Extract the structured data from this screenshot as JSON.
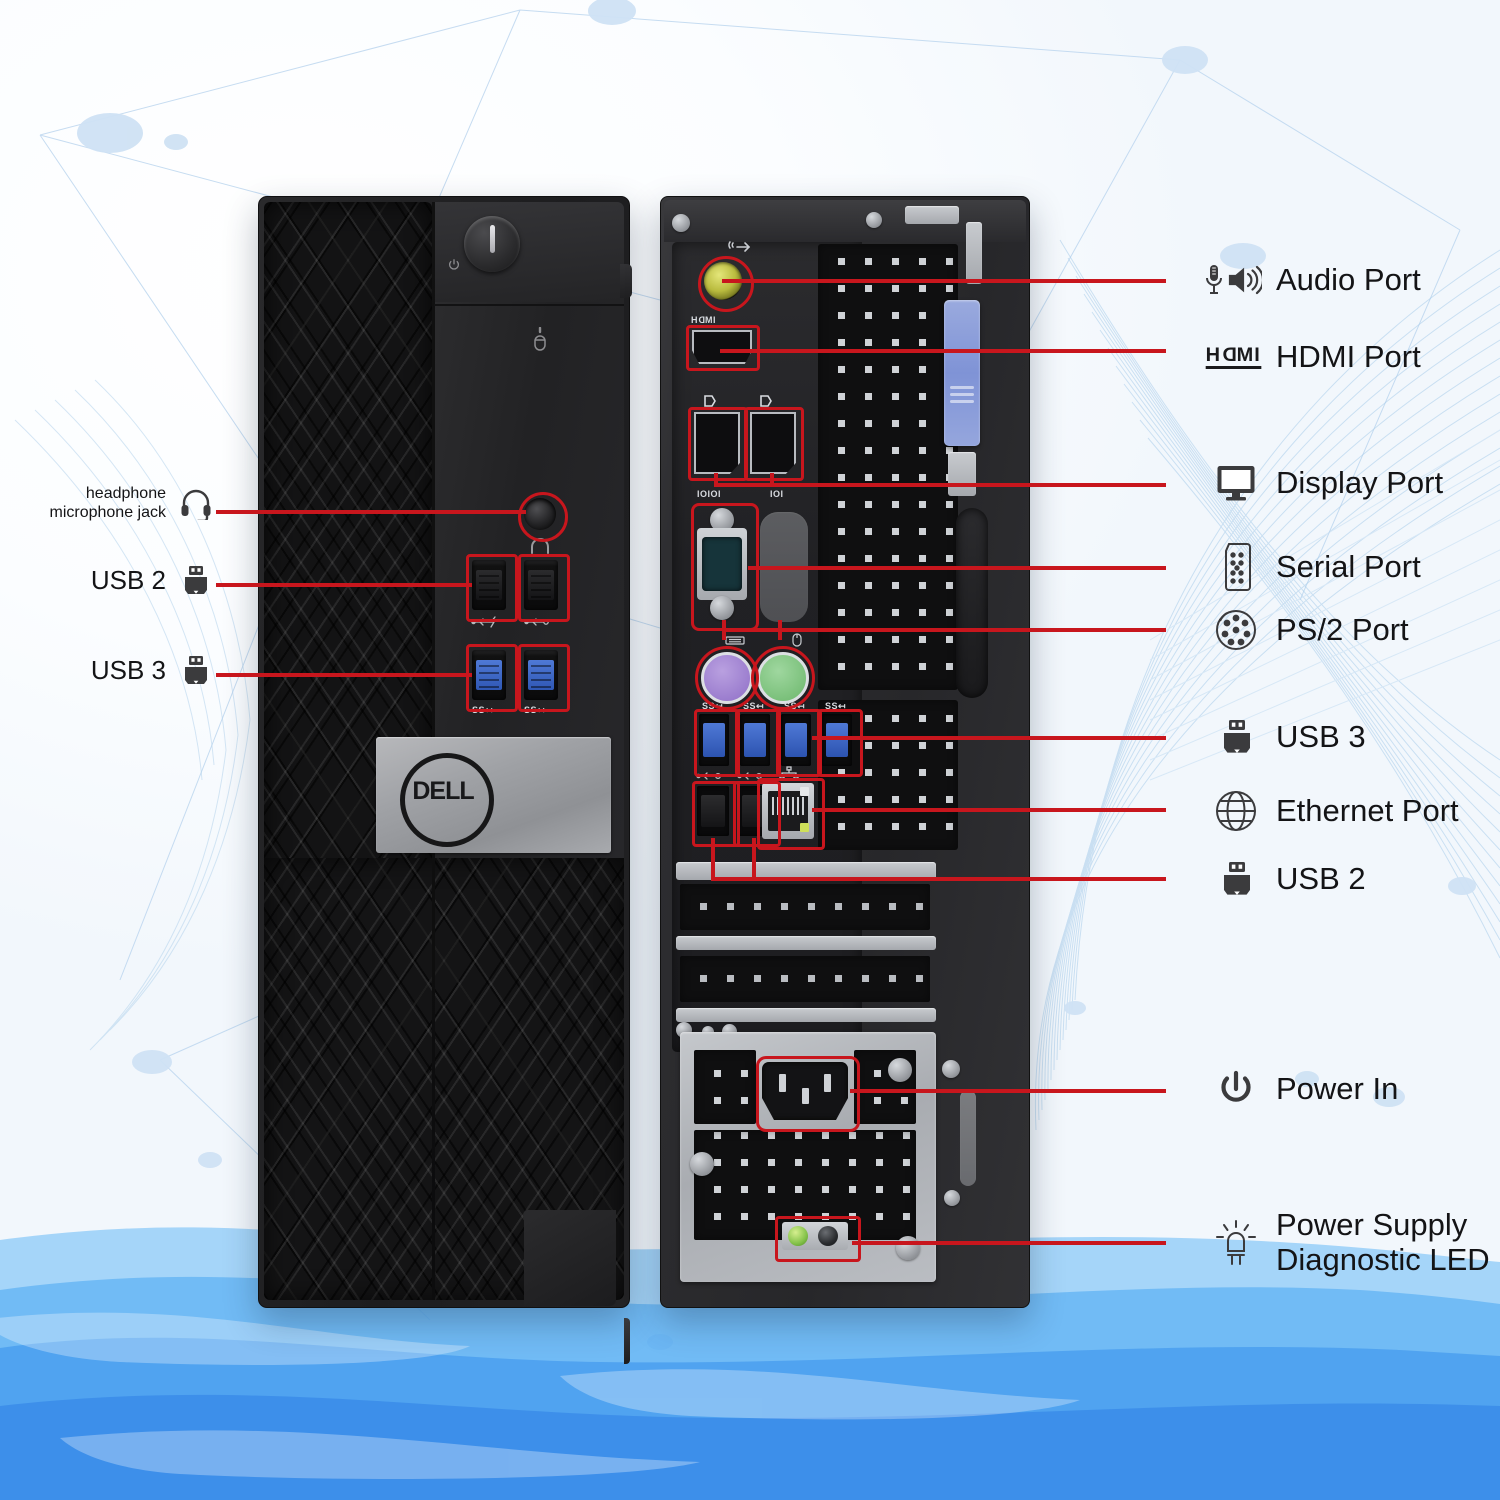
{
  "diagram": {
    "title": "Dell OptiPlex SFF desktop port callout diagram",
    "brand": "DELL",
    "accent_line_color": "#c8161d",
    "background_color": "#f4f9fd",
    "wave_color": "#3b93f0"
  },
  "front_labels": [
    {
      "id": "headphone-microphone-jack",
      "text": "headphone\nmicrophone jack",
      "icon": "headset-icon",
      "size": "small"
    },
    {
      "id": "usb2",
      "text": "USB 2",
      "icon": "usb-icon",
      "size": "big"
    },
    {
      "id": "usb3",
      "text": "USB 3",
      "icon": "usb-icon",
      "size": "big"
    }
  ],
  "rear_labels": [
    {
      "id": "audio-port",
      "text": "Audio Port",
      "icon": "mic-speaker-icon"
    },
    {
      "id": "hdmi-port",
      "text": "HDMI Port",
      "icon": "hdmi-logo-icon"
    },
    {
      "id": "display-port",
      "text": "Display Port",
      "icon": "monitor-icon"
    },
    {
      "id": "serial-port",
      "text": "Serial Port",
      "icon": "db9-icon"
    },
    {
      "id": "ps2-port",
      "text": "PS/2 Port",
      "icon": "ps2-din-icon"
    },
    {
      "id": "usb3",
      "text": "USB 3",
      "icon": "usb-icon"
    },
    {
      "id": "ethernet-port",
      "text": "Ethernet Port",
      "icon": "globe-icon"
    },
    {
      "id": "usb2",
      "text": "USB 2",
      "icon": "usb-icon"
    },
    {
      "id": "power-in",
      "text": "Power In",
      "icon": "power-icon"
    },
    {
      "id": "psu-diagnostic-led",
      "text": "Power Supply\nDiagnostic LED",
      "icon": "led-icon"
    }
  ],
  "port_markings": {
    "hdmi": "HDMI",
    "serial": "IOIOI",
    "vga_blank": "IOI",
    "usb3_ss": "SS",
    "front_jack": "headphone",
    "hdd_activity": "drive-activity"
  },
  "counts": {
    "front_usb2": 2,
    "front_usb3": 2,
    "rear_usb3": 4,
    "rear_usb2": 2,
    "display_ports": 2,
    "ps2_ports": 2
  }
}
